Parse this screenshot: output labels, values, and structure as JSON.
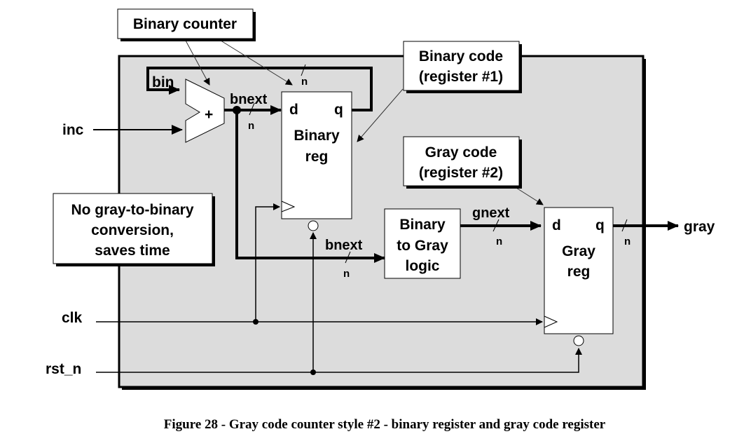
{
  "callouts": {
    "binary_counter": "Binary counter",
    "binary_code": [
      "Binary code",
      "(register #1)"
    ],
    "gray_code": [
      "Gray code",
      "(register #2)"
    ],
    "no_conversion": [
      "No gray-to-binary",
      "conversion,",
      "saves time"
    ]
  },
  "blocks": {
    "adder_symbol": "+",
    "binary_reg": {
      "d": "d",
      "q": "q",
      "name": [
        "Binary",
        "reg"
      ]
    },
    "gray_reg": {
      "d": "d",
      "q": "q",
      "name": [
        "Gray",
        "reg"
      ]
    },
    "bin2gray": [
      "Binary",
      "to Gray",
      "logic"
    ]
  },
  "signals": {
    "bin": "bin",
    "inc": "inc",
    "bnext": "bnext",
    "gnext": "gnext",
    "gray": "gray",
    "clk": "clk",
    "rst_n": "rst_n",
    "bus_width": "n"
  },
  "caption": "Figure 28 - Gray code counter style #2 - binary register and gray code register"
}
